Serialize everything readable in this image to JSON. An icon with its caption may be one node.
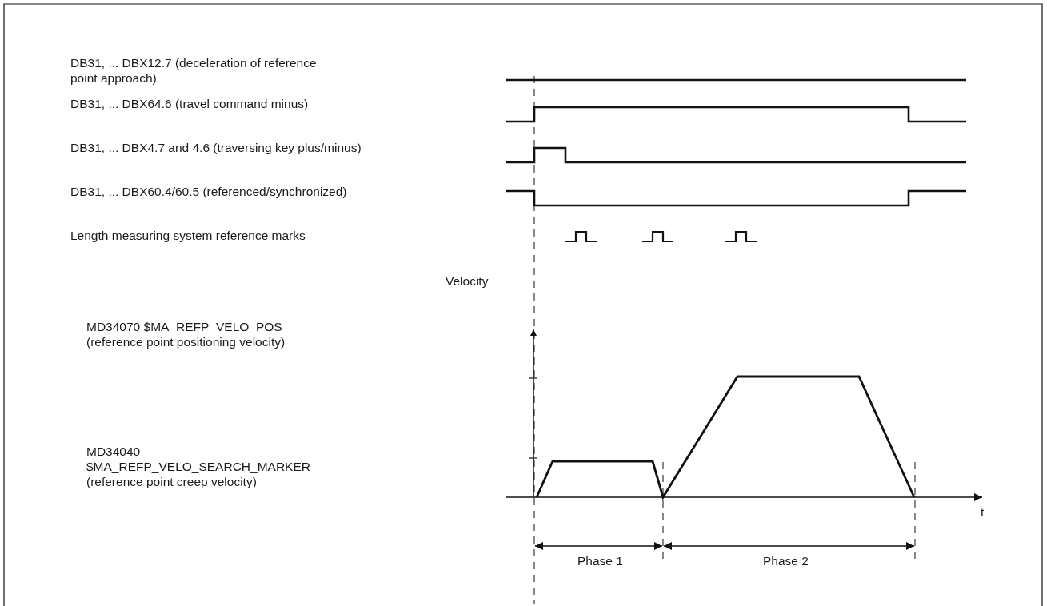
{
  "diagram": {
    "labels": [
      "DB31, ... DBX12.7 (deceleration of reference point approach)",
      "DB31, ... DBX64.6 (travel command minus)",
      "DB31, ... DBX4.7 and 4.6 (traversing key plus/minus)",
      "DB31, ... DBX60.4/60.5 (referenced/synchronized)",
      "Length measuring system reference marks",
      "Velocity",
      "MD34070 $MA_REFP_VELO_POS (reference point positioning velocity)",
      "MD34040 $MA_REFP_VELO_SEARCH_MARKER (reference point creep velocity)",
      "t",
      "Phase 1",
      "Phase 2"
    ]
  }
}
